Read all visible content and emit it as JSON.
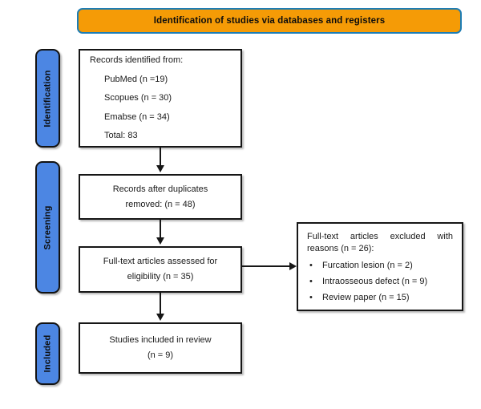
{
  "banner": {
    "title": "Identification of studies via databases and registers"
  },
  "stages": [
    {
      "id": "identification",
      "label": "Identification"
    },
    {
      "id": "screening",
      "label": "Screening"
    },
    {
      "id": "included",
      "label": "Included"
    }
  ],
  "boxes": {
    "identified": {
      "heading": "Records identified from:",
      "sources": [
        "PubMed (n =19)",
        "Scopues (n = 30)",
        "Emabse (n = 34)"
      ],
      "total": "Total: 83"
    },
    "duplicates": {
      "line1": "Records after duplicates",
      "line2": "removed: (n = 48)"
    },
    "fulltext": {
      "line1": "Full-text articles assessed for",
      "line2": "eligibility (n = 35)"
    },
    "excluded": {
      "heading": "Full-text articles excluded with reasons (n = 26):",
      "bullet": "•",
      "reasons": [
        "Furcation lesion (n = 2)",
        "Intraosseous defect (n = 9)",
        "Review paper (n = 15)"
      ]
    },
    "included": {
      "line1": "Studies included in review",
      "line2": "(n = 9)"
    }
  },
  "colors": {
    "banner_fill": "#F59B06",
    "banner_border": "#1D7DB5",
    "stage_fill": "#4C86E3",
    "box_border": "#161616",
    "text": "#1a1a1a"
  }
}
